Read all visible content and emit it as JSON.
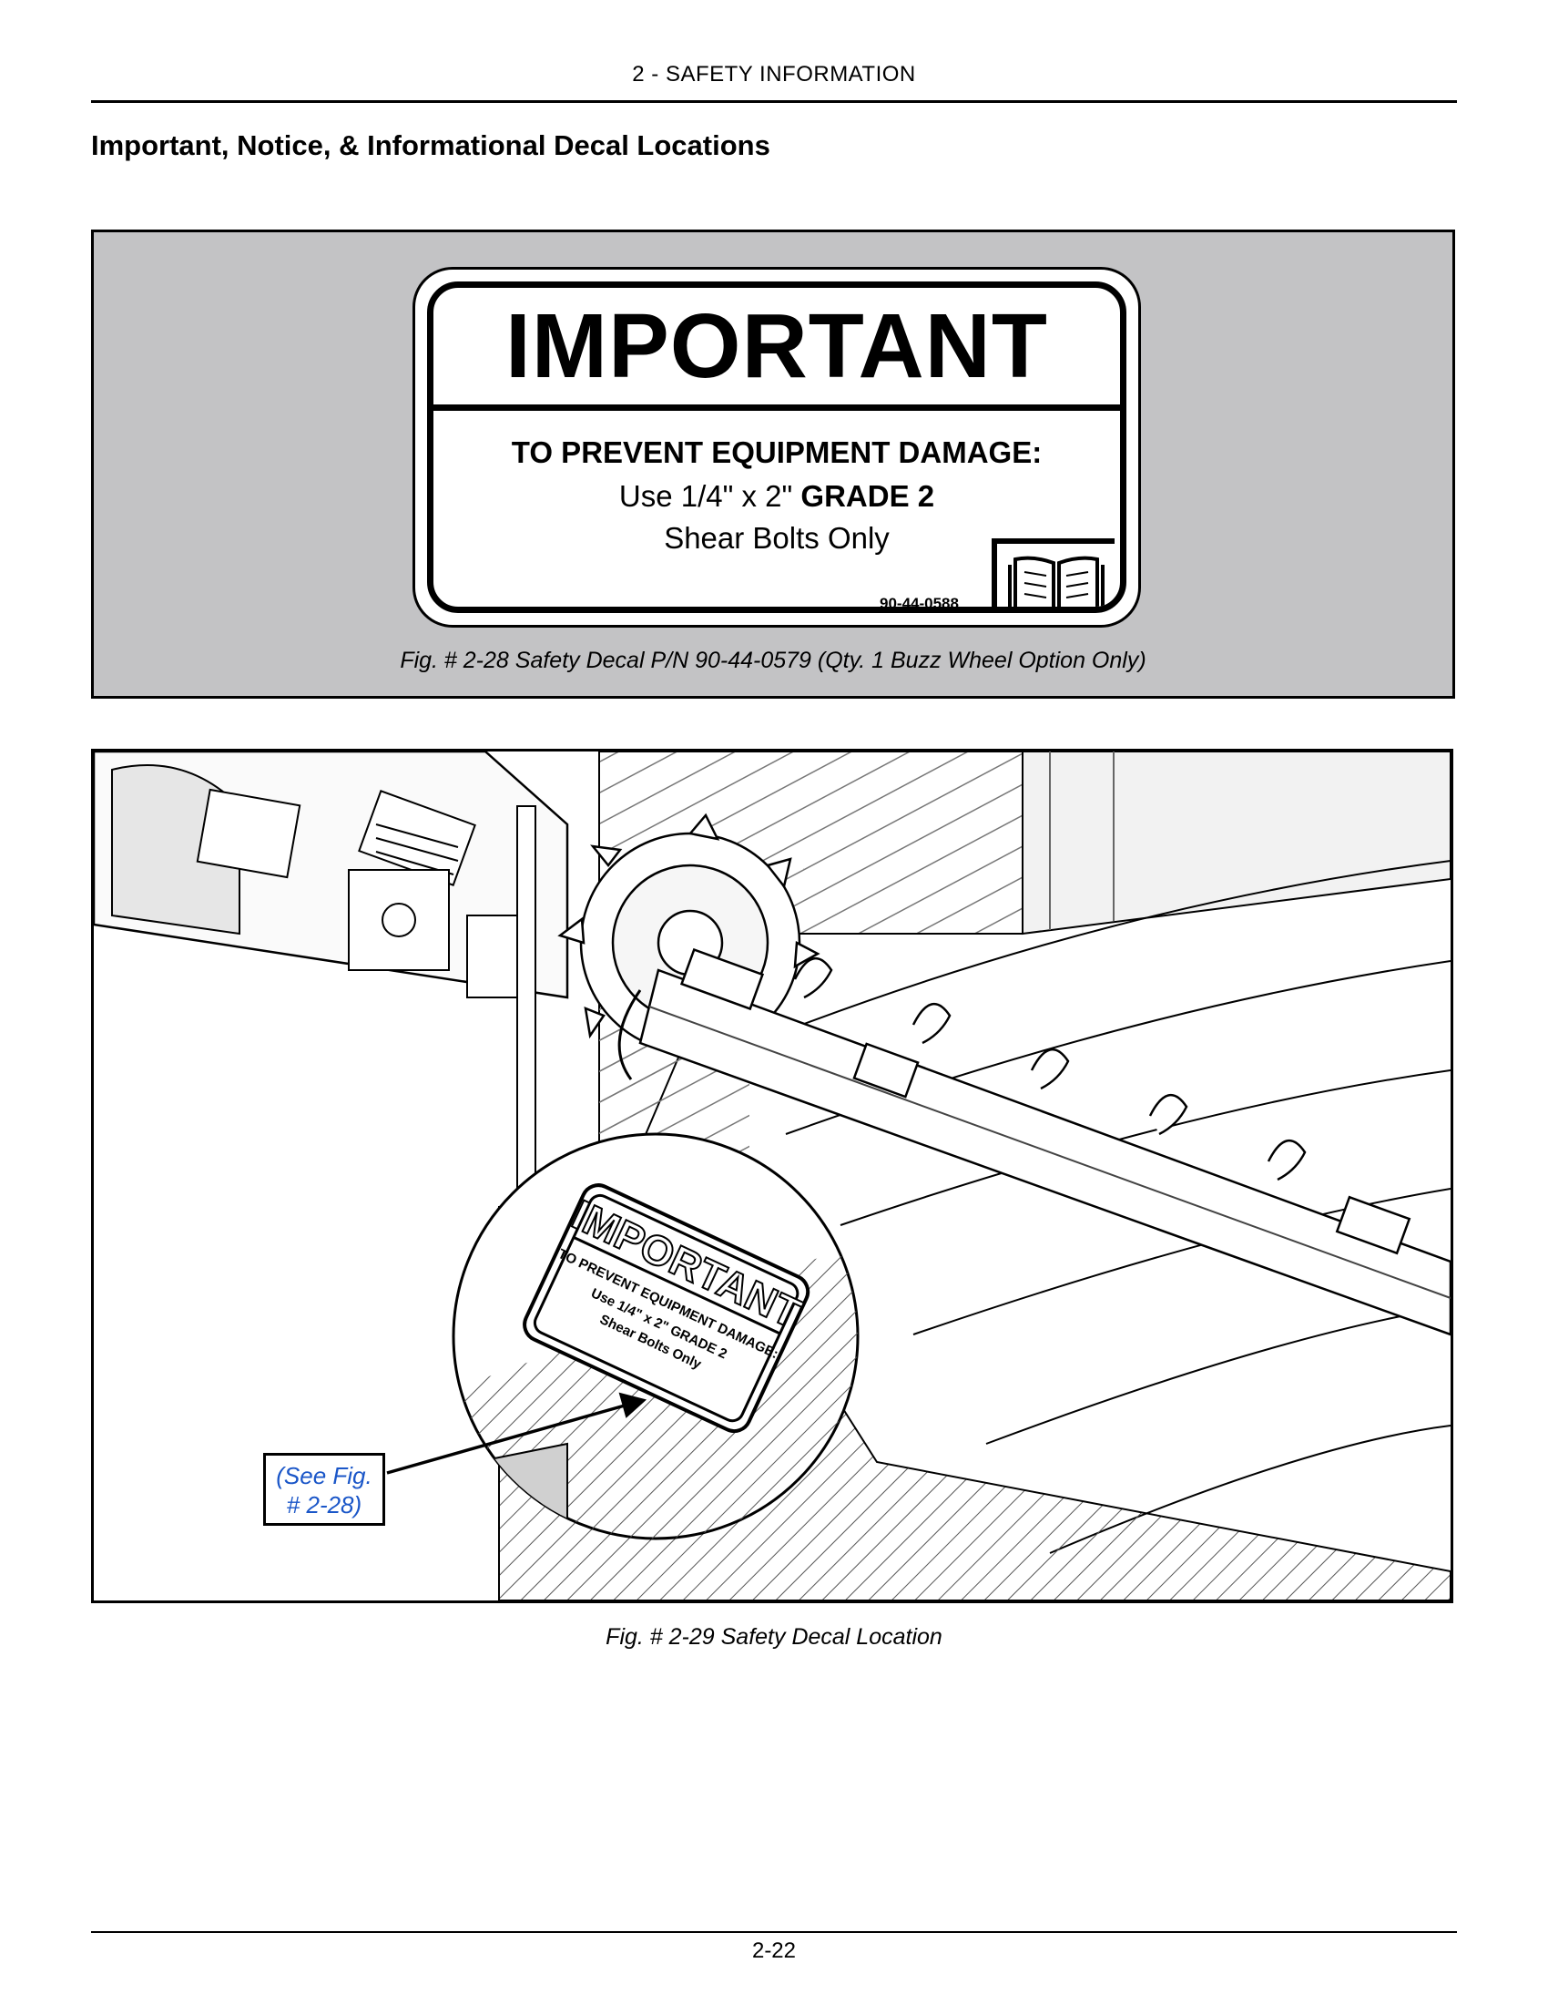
{
  "header": {
    "section": "2 - SAFETY INFORMATION"
  },
  "title": "Important, Notice, & Informational Decal Locations",
  "figure_2_28": {
    "decal": {
      "heading": "IMPORTANT",
      "line1": "TO PREVENT EQUIPMENT DAMAGE:",
      "line2_prefix": "Use 1/4\" x 2\" ",
      "line2_bold": "GRADE 2",
      "line3": "Shear Bolts Only",
      "part_number": "90-44-0588",
      "icon": "manual-book-icon"
    },
    "caption": "Fig. # 2-28 Safety Decal P/N 90-44-0579 (Qty. 1 Buzz Wheel Option Only)"
  },
  "figure_2_29": {
    "callout": {
      "line1": "(See Fig.",
      "line2": "# 2-28)",
      "color": "#1a56c8"
    },
    "zoom_decal": {
      "heading": "IMPORTANT",
      "line1": "TO PREVENT EQUIPMENT DAMAGE:",
      "line2": "Use 1/4\" x 2\" GRADE 2",
      "line3": "Shear Bolts Only"
    },
    "caption": "Fig. # 2-29 Safety Decal Location"
  },
  "footer": {
    "page_number": "2-22"
  }
}
